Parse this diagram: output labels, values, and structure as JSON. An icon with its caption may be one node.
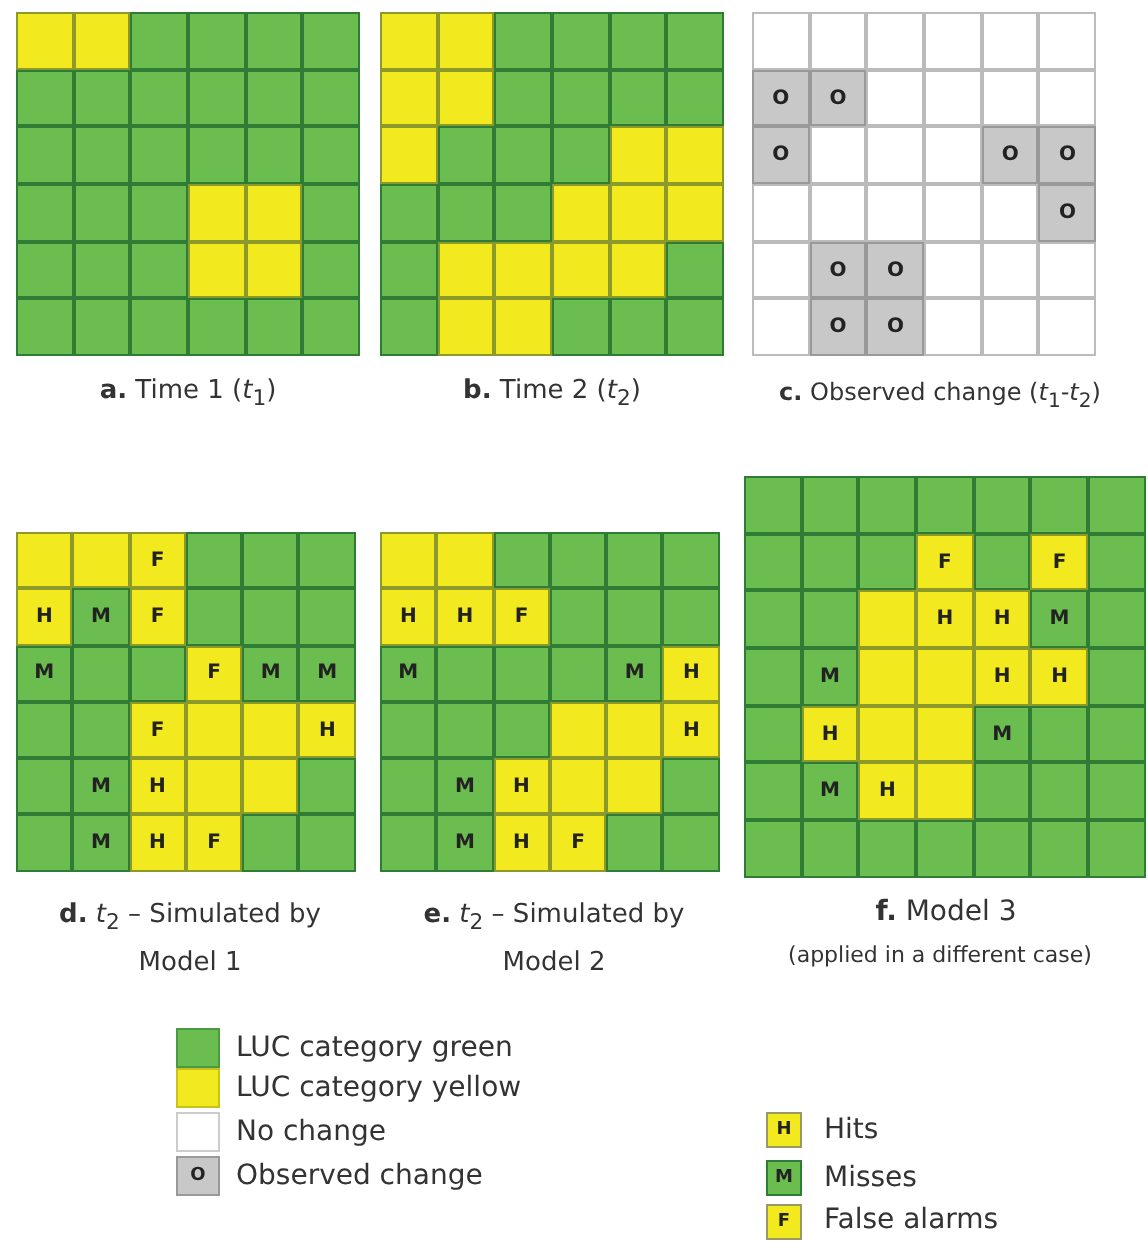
{
  "diagram": {
    "labels": [
      "O",
      "O",
      "O",
      "O",
      "O",
      "O",
      "O",
      "O",
      "O",
      "O",
      "**a.** Time 1 (*t*$_{1}$)",
      "**b.** Time 2 (*t*$_{2}$)",
      "**c.** Observed change (*t*$_{1}$-*t*$_{2}$)",
      "F",
      "H",
      "M",
      "F",
      "M",
      "F",
      "M",
      "M",
      "F",
      "H",
      "M",
      "H",
      "M",
      "H",
      "F",
      "H",
      "H",
      "F",
      "M",
      "M",
      "H",
      "H",
      "M",
      "H",
      "M",
      "H",
      "F",
      "F",
      "F",
      "H",
      "H",
      "M",
      "M",
      "H",
      "H",
      "H",
      "M",
      "M",
      "H",
      "**d.** *t*$_{2}$ – Simulated by Model 1",
      "**e.** *t*$_{2}$ – Simulated by Model 2",
      "**f.** Model 3",
      "(applied in a different case)",
      "O",
      "H",
      "M",
      "F"
    ],
    "legend": [
      {
        "text": "LUC category green",
        "color": "#6cbd4f"
      },
      {
        "text": "LUC category yellow",
        "color": "#f2ea1e"
      },
      {
        "text": "No change",
        "color": "#ffffff"
      },
      {
        "text": "Observed change",
        "color": "#c8c8c8"
      },
      {
        "text": "Hits",
        "color": "#f2ea1e"
      },
      {
        "text": "Misses",
        "color": "#6cbd4f"
      },
      {
        "text": "False alarms",
        "color": "#f2ea1e"
      }
    ]
  }
}
